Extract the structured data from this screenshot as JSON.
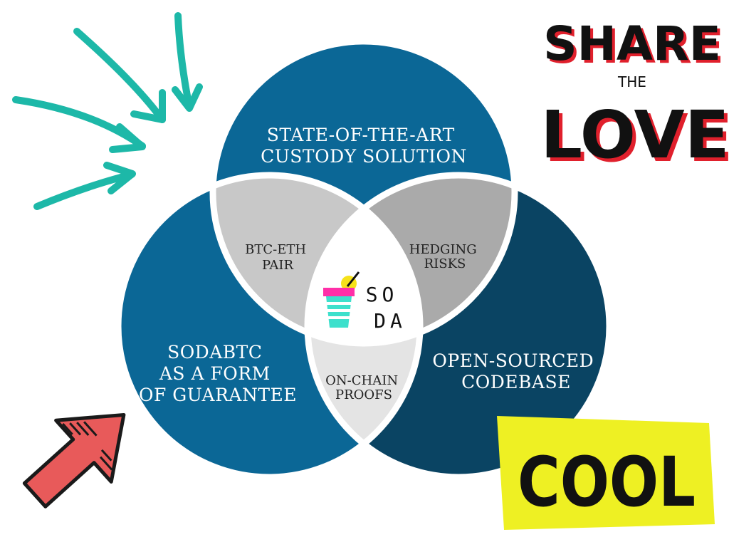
{
  "diagram": {
    "circles": [
      {
        "lines": [
          "STATE-OF-THE-ART",
          "CUSTODY SOLUTION"
        ],
        "color": "#0b6796"
      },
      {
        "lines": [
          "SODABTC",
          "AS A FORM",
          "OF GUARANTEE"
        ],
        "color": "#0b6796"
      },
      {
        "lines": [
          "OPEN-SOURCED",
          "CODEBASE"
        ],
        "color": "#0a4463"
      }
    ],
    "overlaps": [
      {
        "lines": [
          "BTC-ETH",
          "PAIR"
        ],
        "color": "#c8c8c8"
      },
      {
        "lines": [
          "HEDGING",
          "RISKS"
        ],
        "color": "#aaaaaa"
      },
      {
        "lines": [
          "ON-CHAIN",
          "PROOFS"
        ],
        "color": "#e4e4e4"
      }
    ],
    "center_logo": {
      "line1": "SO",
      "line2": "DA",
      "icon": "soda-cup-icon"
    }
  },
  "stickers": {
    "share": {
      "word1": "SHARE",
      "word2": "THE",
      "word3": "LOVE"
    },
    "cool": {
      "text": "COOL"
    }
  },
  "colors": {
    "arrows_teal": "#1db8a8",
    "arrow_red": "#e85a5a",
    "sticker_yellow": "#eef023",
    "share_red": "#e0202c"
  }
}
